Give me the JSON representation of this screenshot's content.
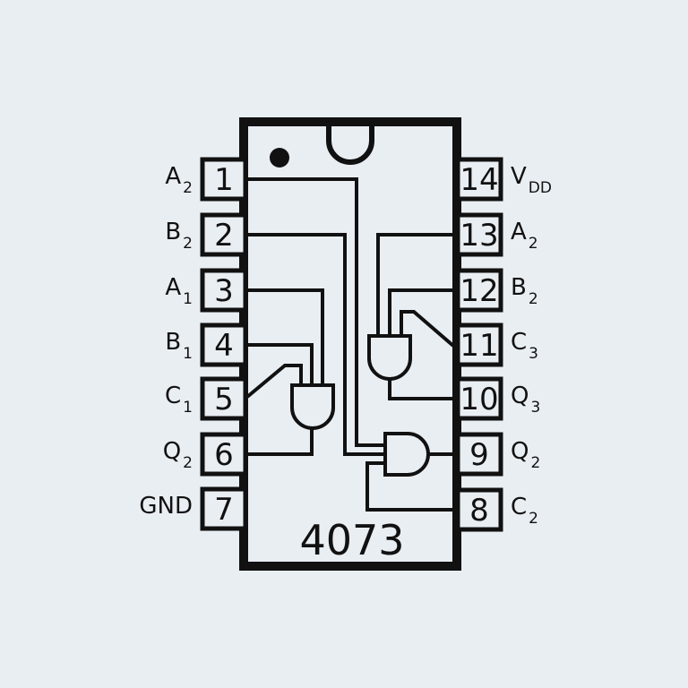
{
  "chip": {
    "name": "4073",
    "pins": [
      {
        "num": "1",
        "label": "A",
        "sub": "2"
      },
      {
        "num": "2",
        "label": "B",
        "sub": "2"
      },
      {
        "num": "3",
        "label": "A",
        "sub": "1"
      },
      {
        "num": "4",
        "label": "B",
        "sub": "1"
      },
      {
        "num": "5",
        "label": "C",
        "sub": "1"
      },
      {
        "num": "6",
        "label": "Q",
        "sub": "2"
      },
      {
        "num": "7",
        "label": "GND",
        "sub": ""
      },
      {
        "num": "8",
        "label": "C",
        "sub": "2"
      },
      {
        "num": "9",
        "label": "Q",
        "sub": "2"
      },
      {
        "num": "10",
        "label": "Q",
        "sub": "3"
      },
      {
        "num": "11",
        "label": "C",
        "sub": "3"
      },
      {
        "num": "12",
        "label": "B",
        "sub": "2"
      },
      {
        "num": "13",
        "label": "A",
        "sub": "2"
      },
      {
        "num": "14",
        "label": "V",
        "sub": "DD"
      }
    ]
  },
  "colors": {
    "background": "#e9eef3",
    "ink": "#111111"
  }
}
